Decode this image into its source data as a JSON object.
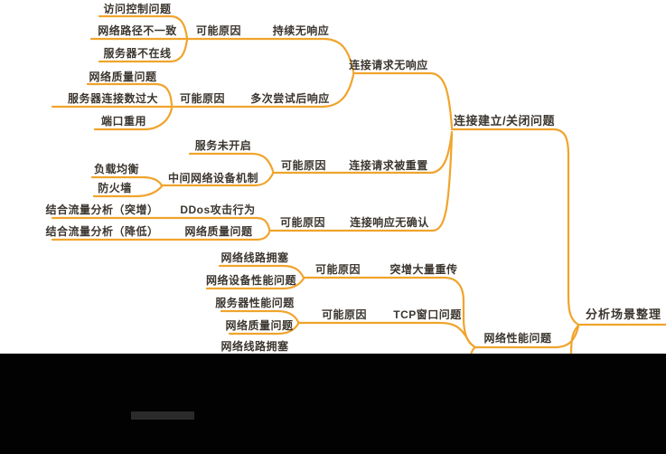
{
  "colors": {
    "background": "#ffffff",
    "branch": "#F0A42C",
    "text": "#3B362F",
    "bottom_bar": "#020202",
    "bar_inner_box": "#2B2B2B"
  },
  "mindmap": {
    "nodes": [
      {
        "id": "root",
        "label": "分析场景整理"
      },
      {
        "id": "conn-establish-close-problem",
        "label": "连接建立/关闭问题"
      },
      {
        "id": "network-performance-problem",
        "label": "网络性能问题"
      },
      {
        "id": "conn-request-no-response",
        "label": "连接请求无响应"
      },
      {
        "id": "possible-cause-1",
        "label": "可能原因"
      },
      {
        "id": "persistent-no-response",
        "label": "持续无响应"
      },
      {
        "id": "access-control-problem",
        "label": "访问控制问题"
      },
      {
        "id": "network-path-mismatch",
        "label": "网络路径不一致"
      },
      {
        "id": "server-offline",
        "label": "服务器不在线"
      },
      {
        "id": "possible-cause-2",
        "label": "可能原因"
      },
      {
        "id": "response-after-retries",
        "label": "多次尝试后响应"
      },
      {
        "id": "network-quality-problem-1",
        "label": "网络质量问题"
      },
      {
        "id": "server-conn-count-too-large",
        "label": "服务器连接数过大"
      },
      {
        "id": "port-reuse",
        "label": "端口重用"
      },
      {
        "id": "conn-request-reset",
        "label": "连接请求被重置"
      },
      {
        "id": "possible-cause-3",
        "label": "可能原因"
      },
      {
        "id": "service-not-started",
        "label": "服务未开启"
      },
      {
        "id": "middle-network-device-mechanism",
        "label": "中间网络设备机制"
      },
      {
        "id": "load-balancing",
        "label": "负载均衡"
      },
      {
        "id": "firewall",
        "label": "防火墙"
      },
      {
        "id": "conn-response-no-ack",
        "label": "连接响应无确认"
      },
      {
        "id": "possible-cause-4",
        "label": "可能原因"
      },
      {
        "id": "ddos-attack-behavior",
        "label": "DDos攻击行为"
      },
      {
        "id": "traffic-analysis-surge",
        "label": "结合流量分析（突增）"
      },
      {
        "id": "network-quality-problem-2",
        "label": "网络质量问题"
      },
      {
        "id": "traffic-analysis-drop",
        "label": "结合流量分析（降低）"
      },
      {
        "id": "possible-cause-5",
        "label": "可能原因"
      },
      {
        "id": "surge-mass-retransmission",
        "label": "突增大量重传"
      },
      {
        "id": "network-line-congestion-1",
        "label": "网络线路拥塞"
      },
      {
        "id": "network-device-performance-problem",
        "label": "网络设备性能问题"
      },
      {
        "id": "possible-cause-6",
        "label": "可能原因"
      },
      {
        "id": "tcp-window-problem",
        "label": "TCP窗口问题"
      },
      {
        "id": "server-performance-problem",
        "label": "服务器性能问题"
      },
      {
        "id": "network-quality-problem-3",
        "label": "网络质量问题"
      },
      {
        "id": "network-line-congestion-2",
        "label": "网络线路拥塞"
      }
    ]
  }
}
